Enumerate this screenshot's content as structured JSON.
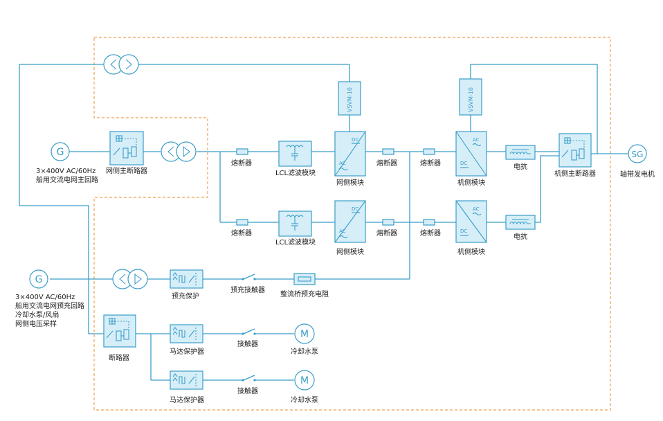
{
  "colors": {
    "line": "#3a9dc9",
    "fill": "#d6eef8",
    "boundary": "#f0a050",
    "text": "#222222"
  },
  "grid_source": {
    "symbol": "G",
    "voltage": "3×400V AC/60Hz",
    "name": "船用交流电网主回路"
  },
  "precharge_source": {
    "symbol": "G",
    "lines": [
      "3×400V AC/60Hz",
      "船用交流电网预充回路",
      "冷却水泵/风扇",
      "网侧电压采样"
    ]
  },
  "shaft_generator": {
    "symbol": "SG",
    "label": "轴带发电机"
  },
  "labels": {
    "grid_main_breaker": "网侧主断路器",
    "fuse": "熔断器",
    "lcl_filter": "LCL滤波模块",
    "grid_module": "网侧模块",
    "machine_module": "机侧模块",
    "reactor": "电抗",
    "machine_main_breaker": "机侧主断路器",
    "precharge_protection": "预充保护",
    "precharge_contactor": "预充接触器",
    "rectifier_resistor": "整流桥预充电阻",
    "breaker": "断路器",
    "motor_protector": "马达保护器",
    "contactor": "接触器",
    "cooling_pump": "冷却水泵",
    "svm": "VSVM-10"
  },
  "module_text": {
    "dc": "DC",
    "ac": "AC"
  },
  "icons": [
    "generator-icon",
    "transformer-icon",
    "breaker-icon",
    "fuse-icon",
    "filter-icon",
    "converter-icon",
    "reactor-icon",
    "motor-icon",
    "contactor-icon"
  ]
}
